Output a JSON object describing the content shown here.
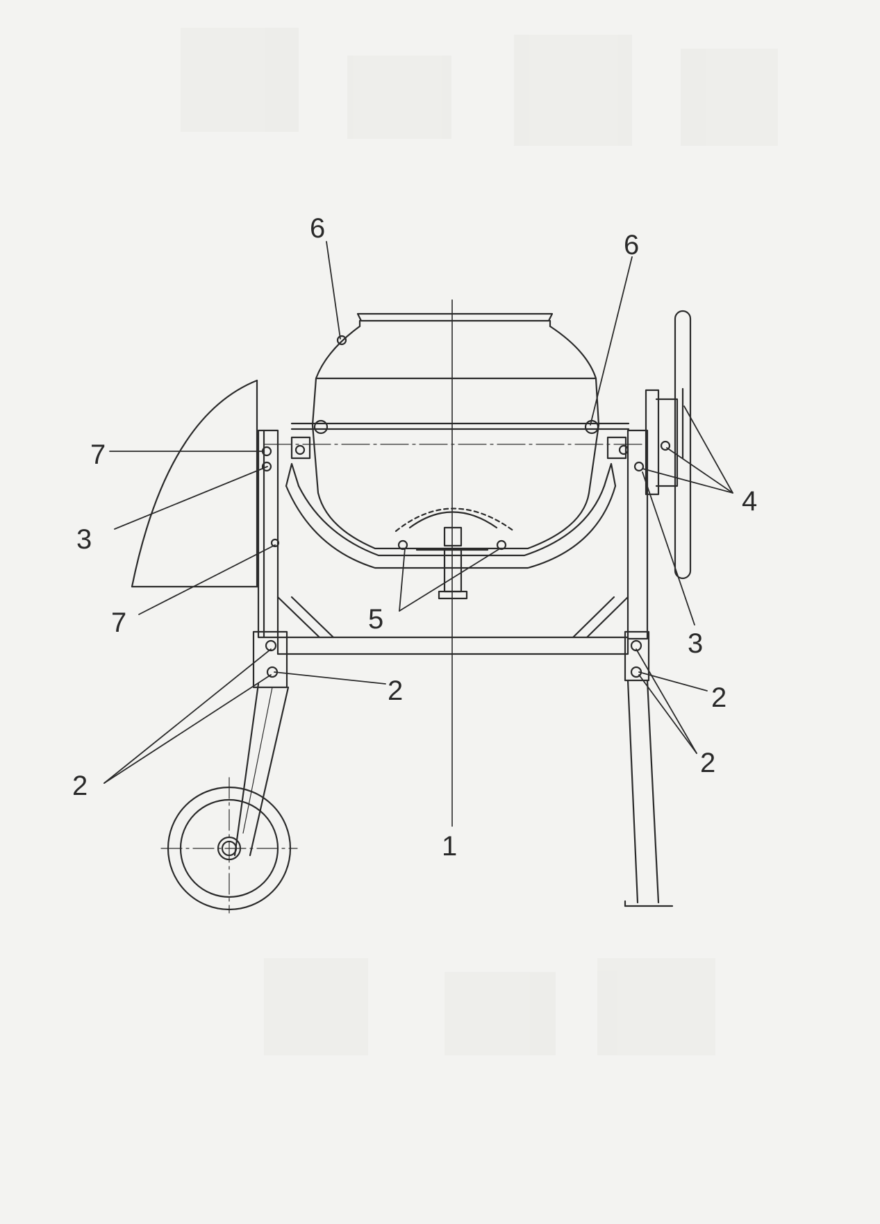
{
  "labels": {
    "six_left": "6",
    "six_right": "6",
    "seven_top": "7",
    "seven_bottom": "7",
    "three_left": "3",
    "three_right": "3",
    "four": "4",
    "five": "5",
    "two_center": "2",
    "two_left": "2",
    "two_right_upper": "2",
    "two_right_lower": "2",
    "one": "1"
  },
  "colors": {
    "paper": "#f3f3f1",
    "ink": "#2a2a2a",
    "watermark": "#e7e7e4"
  }
}
